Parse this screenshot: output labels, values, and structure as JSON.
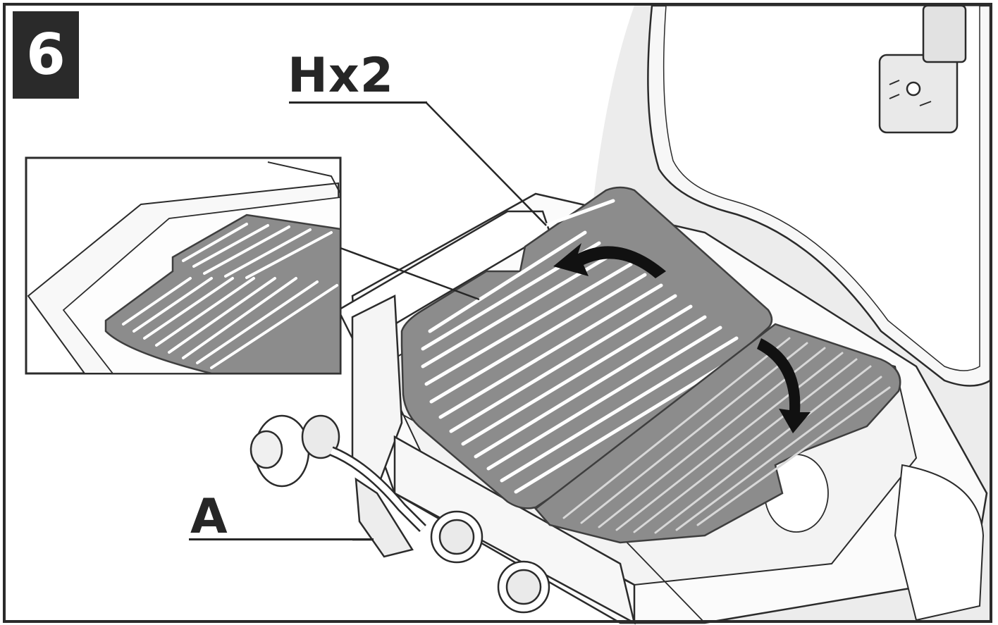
{
  "step": {
    "number": "6"
  },
  "labels": {
    "part_h": "Hx2",
    "part_a": "A"
  },
  "colors": {
    "outline": "#2b2b2b",
    "grate_fill": "#8c8c8c",
    "grate_edge": "#4a4a4a",
    "background_panel": "#ececec",
    "badge_bg": "#2a2a2a",
    "badge_text": "#ffffff"
  },
  "icons": [
    "rotate-arrow-icon",
    "flip-down-arrow-icon"
  ]
}
